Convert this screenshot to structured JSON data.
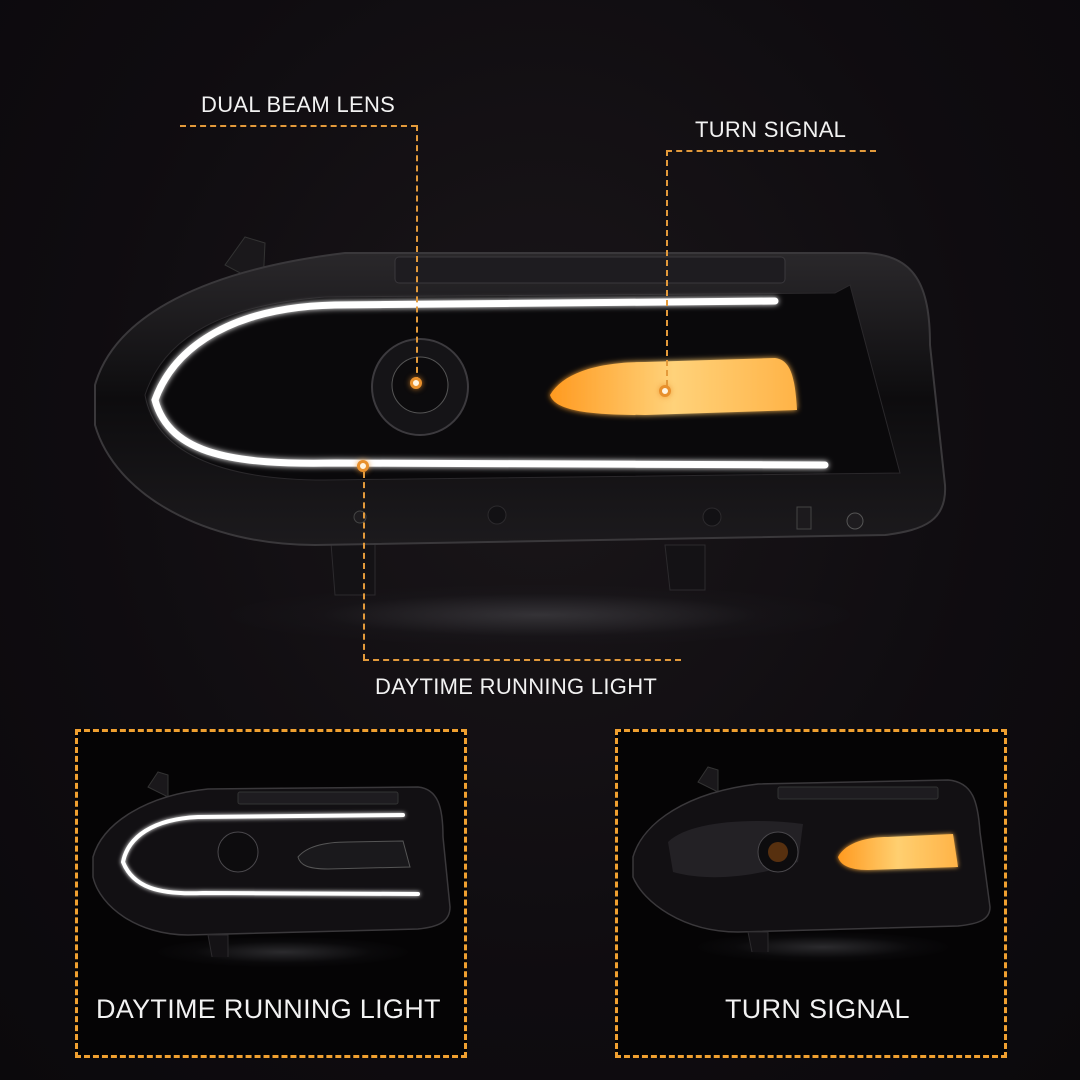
{
  "callouts": {
    "dual_beam_lens": "DUAL BEAM LENS",
    "turn_signal": "TURN SIGNAL",
    "daytime_running_light": "DAYTIME RUNNING LIGHT"
  },
  "panels": [
    {
      "caption": "DAYTIME RUNNING LIGHT",
      "mode": "drl"
    },
    {
      "caption": "TURN SIGNAL",
      "mode": "turn"
    }
  ],
  "colors": {
    "background": "#0f0c10",
    "accent_orange": "#e39a3b",
    "panel_border": "#f0a030",
    "amber_light": "#ffb347",
    "drl_white": "#ffffff",
    "text": "#f2f2f2"
  }
}
